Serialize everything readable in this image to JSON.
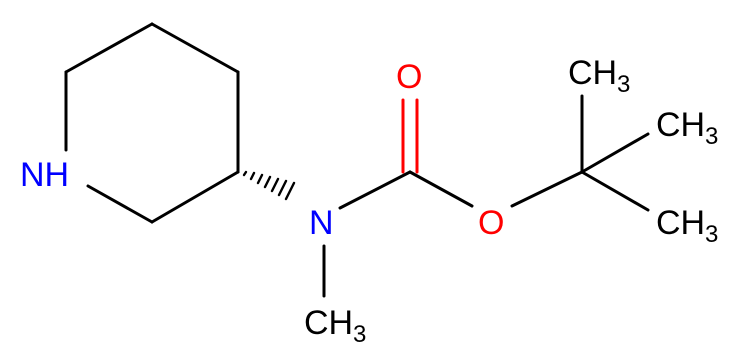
{
  "atoms": {
    "nh": "NH",
    "n_carbamate": "N",
    "o_carbonyl": "O",
    "o_ester": "O",
    "methyl_top": "CH",
    "methyl_top_sub": "3",
    "methyl_mid": "CH",
    "methyl_mid_sub": "3",
    "methyl_bottom": "CH",
    "methyl_bottom_sub": "3",
    "n_methyl": "CH",
    "n_methyl_sub": "3"
  },
  "colors": {
    "carbon_bond": "#000000",
    "nitrogen": "#0000ff",
    "oxygen": "#ff0000"
  }
}
